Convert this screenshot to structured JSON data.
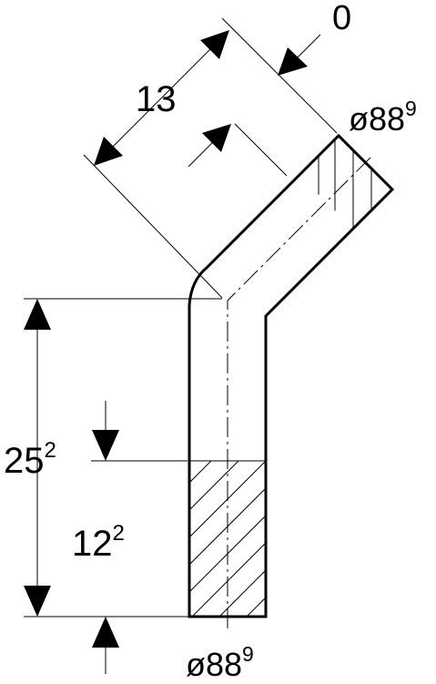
{
  "dimensions": {
    "angled_leg_length": {
      "value": "13",
      "sup": ""
    },
    "offset": {
      "value": "0",
      "sup": ""
    },
    "top_diameter": {
      "value": "ø88",
      "sup": "9"
    },
    "total_height": {
      "value": "25",
      "sup": "2"
    },
    "insertion_depth": {
      "value": "12",
      "sup": "2"
    },
    "bottom_diameter": {
      "value": "ø88",
      "sup": "9"
    }
  }
}
